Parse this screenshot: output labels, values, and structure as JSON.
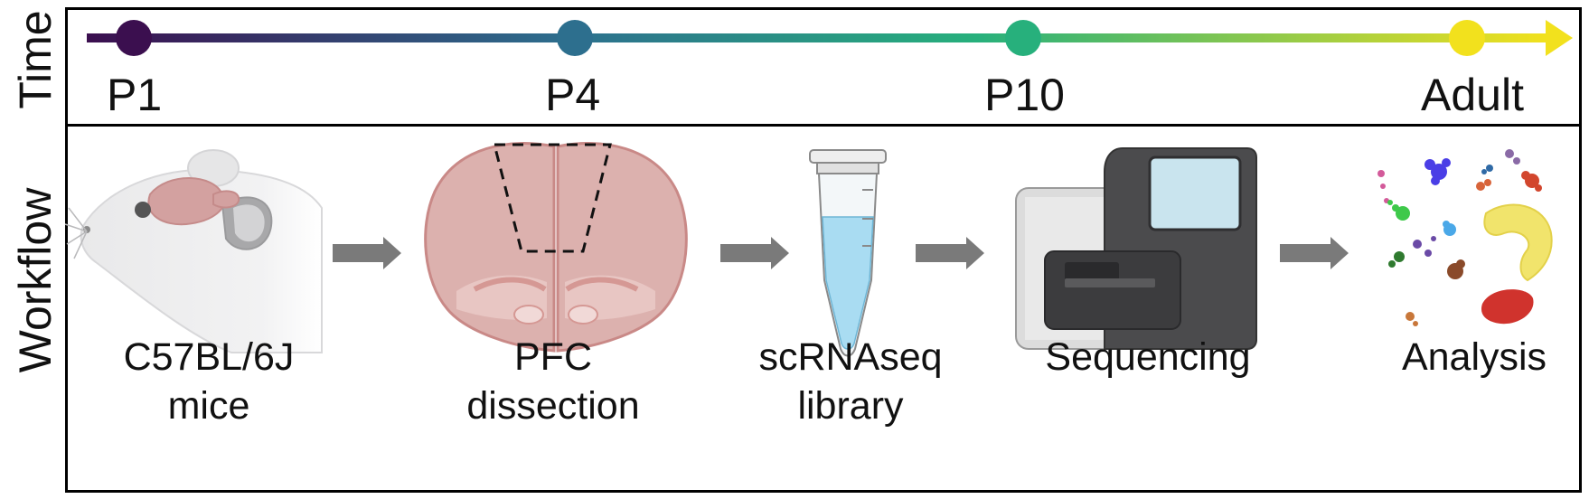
{
  "rows": {
    "time_label": "Time",
    "workflow_label": "Workflow"
  },
  "timeline": {
    "points": [
      {
        "label": "P1",
        "color": "#3b0f4f"
      },
      {
        "label": "P4",
        "color": "#2d6f8e"
      },
      {
        "label": "P10",
        "color": "#27b07c"
      },
      {
        "label": "Adult",
        "color": "#f2e11d"
      }
    ],
    "gradient": [
      "#3b0f4f",
      "#2d6f8e",
      "#27b07c",
      "#f2e11d"
    ]
  },
  "workflow": {
    "steps": [
      {
        "line1": "C57BL/6J",
        "line2": "mice",
        "icon": "mouse-icon"
      },
      {
        "line1": "PFC",
        "line2": "dissection",
        "icon": "brain-section-icon"
      },
      {
        "line1": "scRNAseq",
        "line2": "library",
        "icon": "tube-icon"
      },
      {
        "line1": "Sequencing",
        "line2": "",
        "icon": "sequencer-icon"
      },
      {
        "line1": "Analysis",
        "line2": "",
        "icon": "umap-icon"
      }
    ],
    "arrow_color": "#7a7a7a"
  }
}
